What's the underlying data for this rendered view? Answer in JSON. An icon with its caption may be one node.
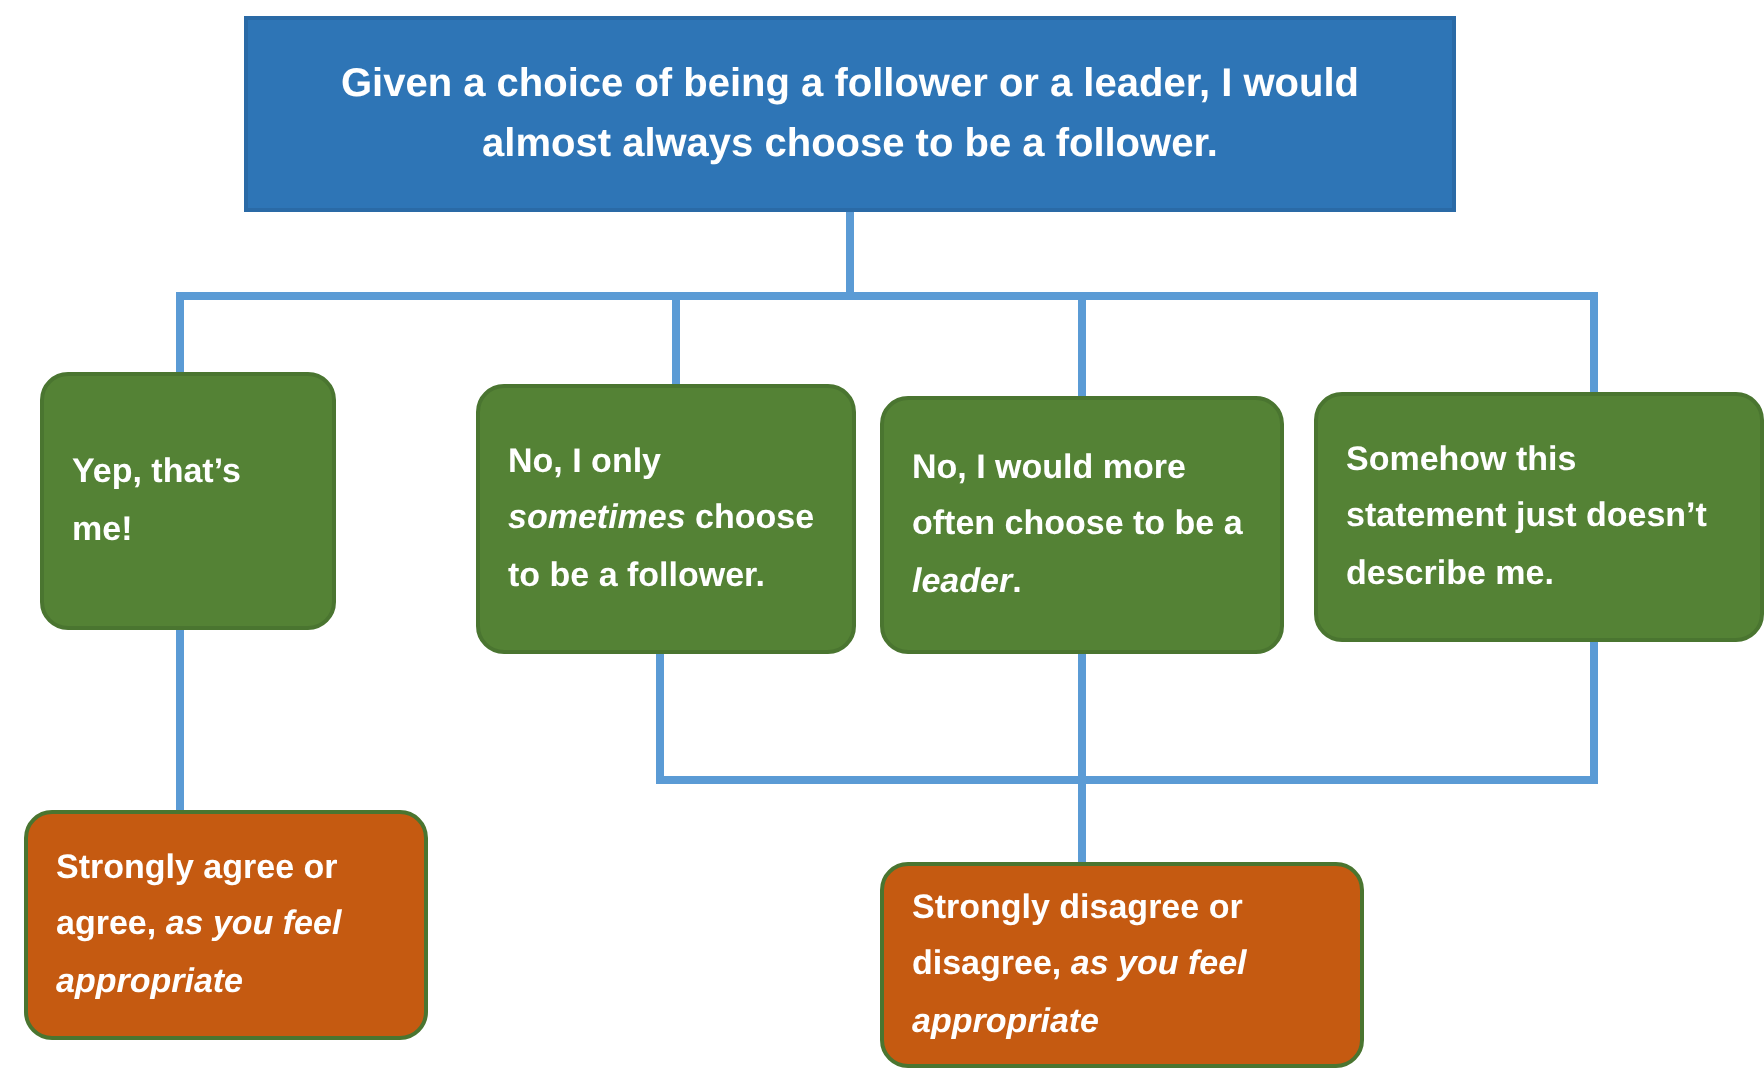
{
  "diagram": {
    "nodes": [
      {
        "text": [
          "Given a choice of being a follower or a leader, I would almost always choose to be a follower."
        ]
      },
      {
        "text": [
          "Yep, that’s me!"
        ]
      },
      {
        "text": [
          "No, I only *sometimes* choose to be a follower."
        ]
      },
      {
        "text": [
          "No, I would more often choose to be a *leader*."
        ]
      },
      {
        "text": [
          "Somehow this statement just doesn’t describe me."
        ]
      },
      {
        "text": [
          "Strongly agree or agree, *as you feel appropriate*"
        ]
      },
      {
        "text": [
          "Strongly disagree or disagree, *as you feel appropriate*"
        ]
      }
    ],
    "edges": [
      {
        "from": 0,
        "to": 1,
        "arrow": "none"
      },
      {
        "from": 0,
        "to": 2,
        "arrow": "none"
      },
      {
        "from": 0,
        "to": 3,
        "arrow": "none"
      },
      {
        "from": 0,
        "to": 4,
        "arrow": "none"
      },
      {
        "from": 1,
        "to": 5,
        "arrow": "none"
      },
      {
        "from": 2,
        "to": 6,
        "arrow": "none"
      },
      {
        "from": 3,
        "to": 6,
        "arrow": "none"
      },
      {
        "from": 4,
        "to": 6,
        "arrow": "none"
      }
    ]
  }
}
